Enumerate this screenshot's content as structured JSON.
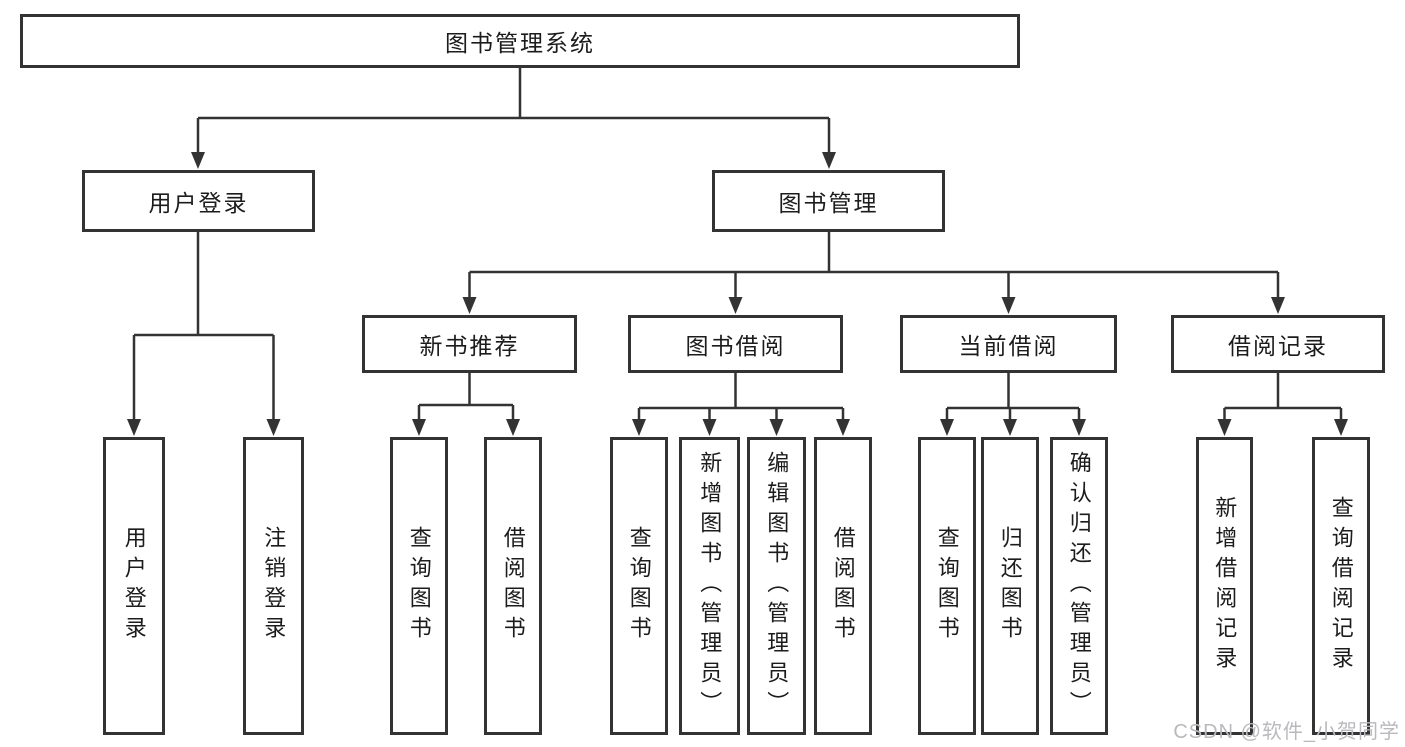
{
  "tree": {
    "root": {
      "label": "图书管理系统"
    },
    "branches": [
      {
        "label": "用户登录",
        "leaves": [
          {
            "label": "用户登录"
          },
          {
            "label": "注销登录"
          }
        ]
      },
      {
        "label": "图书管理",
        "children": [
          {
            "label": "新书推荐",
            "leaves": [
              {
                "label": "查询图书"
              },
              {
                "label": "借阅图书"
              }
            ]
          },
          {
            "label": "图书借阅",
            "leaves": [
              {
                "label": "查询图书"
              },
              {
                "label": "新增图书（管理员）"
              },
              {
                "label": "编辑图书（管理员）"
              },
              {
                "label": "借阅图书"
              }
            ]
          },
          {
            "label": "当前借阅",
            "leaves": [
              {
                "label": "查询图书"
              },
              {
                "label": "归还图书"
              },
              {
                "label": "确认归还（管理员）"
              }
            ]
          },
          {
            "label": "借阅记录",
            "leaves": [
              {
                "label": "新增借阅记录"
              },
              {
                "label": "查询借阅记录"
              }
            ]
          }
        ]
      }
    ]
  },
  "watermark": "CSDN @软件_小贺同学",
  "colors": {
    "line": "#333333",
    "box_border": "#333333",
    "text": "#1c1c1c",
    "watermark": "#b9b9be",
    "background": "#ffffff"
  }
}
